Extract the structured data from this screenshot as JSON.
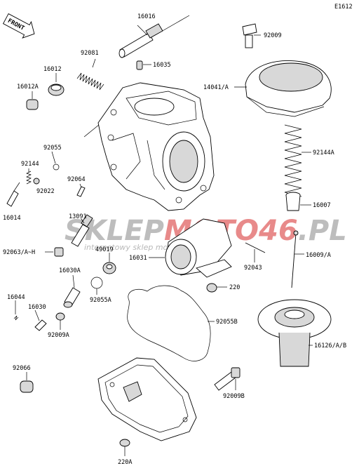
{
  "diagram": {
    "code": "E1612",
    "front_label": "FRONT",
    "watermark": {
      "part1": "SKLEP",
      "part2": "MOTO",
      "part3": "46",
      "part4": ".PL",
      "tagline": "internetowy sklep motocyklowy",
      "gray": "#bdbdbd",
      "red": "#e88a8a"
    },
    "labels": {
      "p16016": "16016",
      "p92081": "92081",
      "p16035": "16035",
      "p16012": "16012",
      "p16012a": "16012A",
      "p92055": "92055",
      "p92144": "92144",
      "p92022": "92022",
      "p92064": "92064",
      "p16014": "16014",
      "p13091": "13091",
      "p92063": "92063/A~H",
      "p49019": "49019",
      "p16030a": "16030A",
      "p92055a": "92055A",
      "p16044": "16044",
      "p16030": "16030",
      "p92009a": "92009A",
      "p92066": "92066",
      "p220a": "220A",
      "p92009": "92009",
      "p14041": "14041/A",
      "p92144a": "92144A",
      "p16007": "16007",
      "p16009": "16009/A",
      "p16031": "16031",
      "p92043": "92043",
      "p220": "220",
      "p92055b": "92055B",
      "p16126": "16126/A/B",
      "p92009b": "92009B"
    }
  }
}
